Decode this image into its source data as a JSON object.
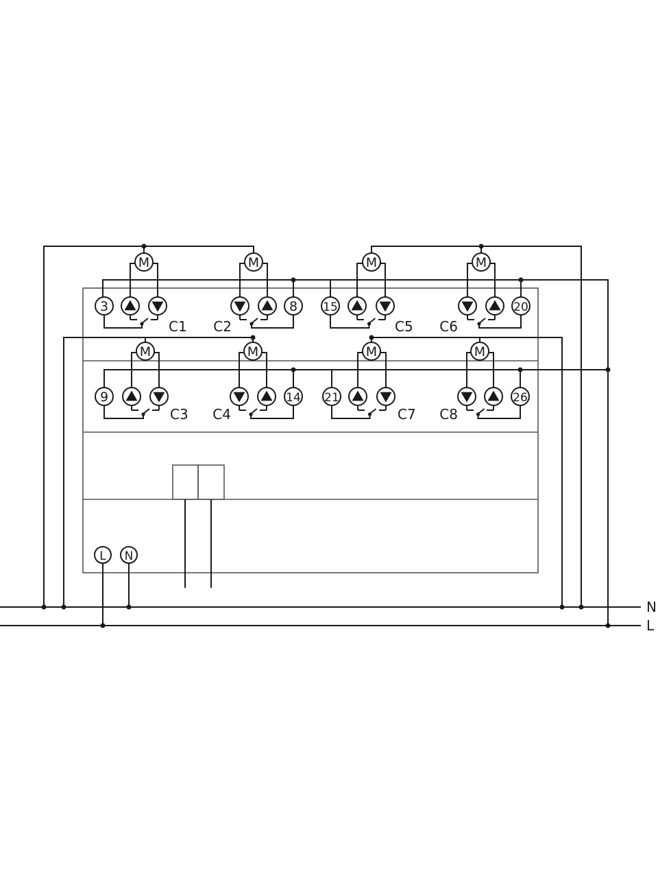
{
  "channels": [
    {
      "label": "C1",
      "terminal": "3"
    },
    {
      "label": "C2",
      "terminal": "8"
    },
    {
      "label": "C5",
      "terminal": "15"
    },
    {
      "label": "C6",
      "terminal": "20"
    },
    {
      "label": "C3",
      "terminal": "9"
    },
    {
      "label": "C4",
      "terminal": "14"
    },
    {
      "label": "C7",
      "terminal": "21"
    },
    {
      "label": "C8",
      "terminal": "26"
    }
  ],
  "motor_symbol": "M",
  "power_terminals": {
    "live": "L",
    "neutral": "N"
  },
  "bus_labels": {
    "neutral": "N",
    "live": "L"
  },
  "icons": {
    "up": "triangle-up-icon",
    "down": "triangle-down-icon",
    "motor": "motor-icon"
  }
}
